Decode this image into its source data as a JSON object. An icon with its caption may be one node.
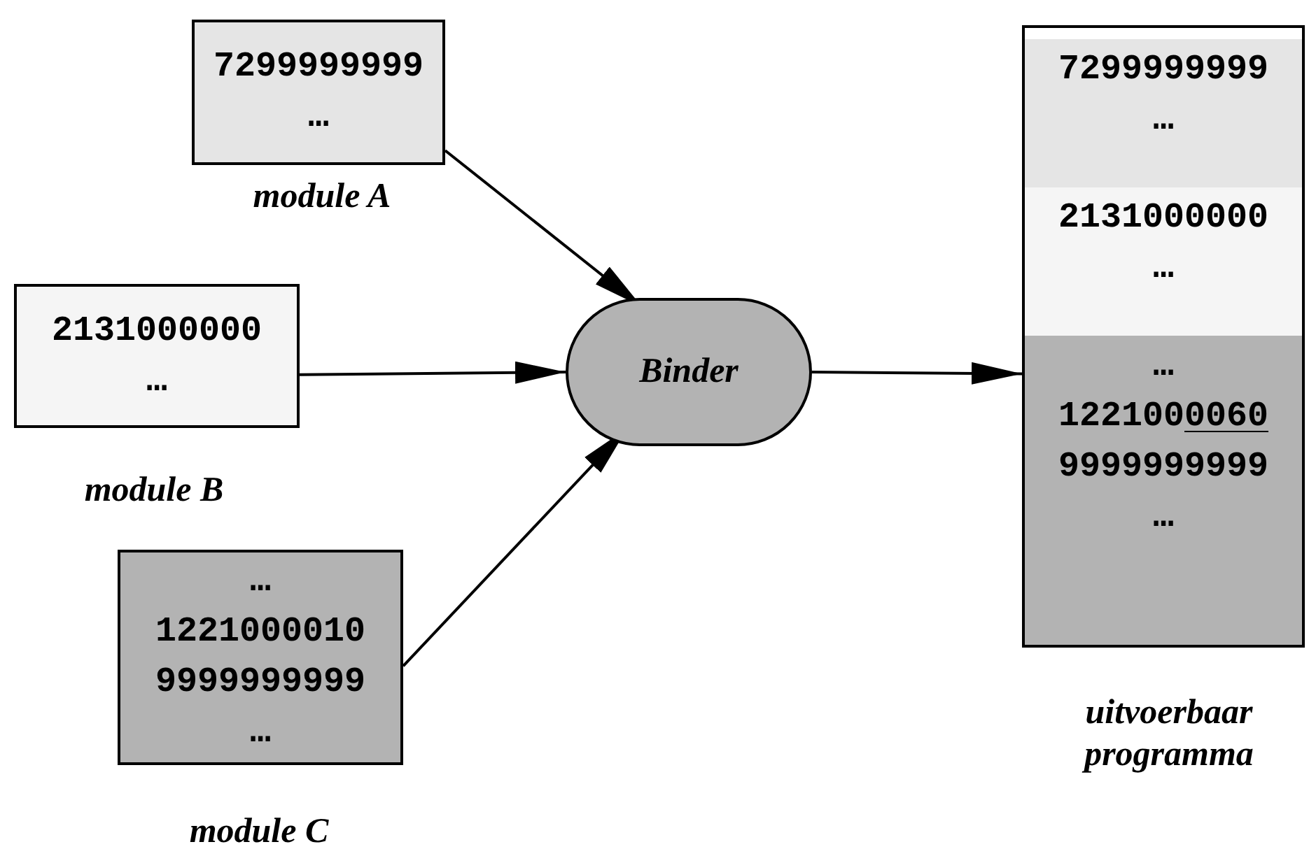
{
  "diagram": {
    "nodes": [
      {
        "text": [
          "7299999999",
          "…"
        ],
        "beside": [
          "module A"
        ]
      },
      {
        "text": [
          "2131000000",
          "…"
        ],
        "beside": [
          "module B"
        ]
      },
      {
        "text": [
          "…",
          "1221000010",
          "9999999999",
          "…"
        ],
        "beside": [
          "module C"
        ]
      },
      {
        "text": [
          "Binder"
        ]
      },
      {
        "text": [],
        "shape": "box",
        "beside": [
          "uitvoerbaar programma"
        ]
      },
      {
        "text": [
          "7299999999",
          "…"
        ],
        "in": 4
      },
      {
        "text": [
          "2131000000",
          "…"
        ],
        "in": 4
      },
      {
        "text": [
          "…",
          "1221000060",
          "9999999999",
          "…"
        ],
        "in": 4
      }
    ],
    "edges": [
      {
        "from": 0,
        "to": 3,
        "arrow": "to"
      },
      {
        "from": 1,
        "to": 3,
        "arrow": "to"
      },
      {
        "from": 2,
        "to": 3,
        "arrow": "to"
      },
      {
        "from": 3,
        "to": 4,
        "arrow": "to"
      }
    ]
  }
}
